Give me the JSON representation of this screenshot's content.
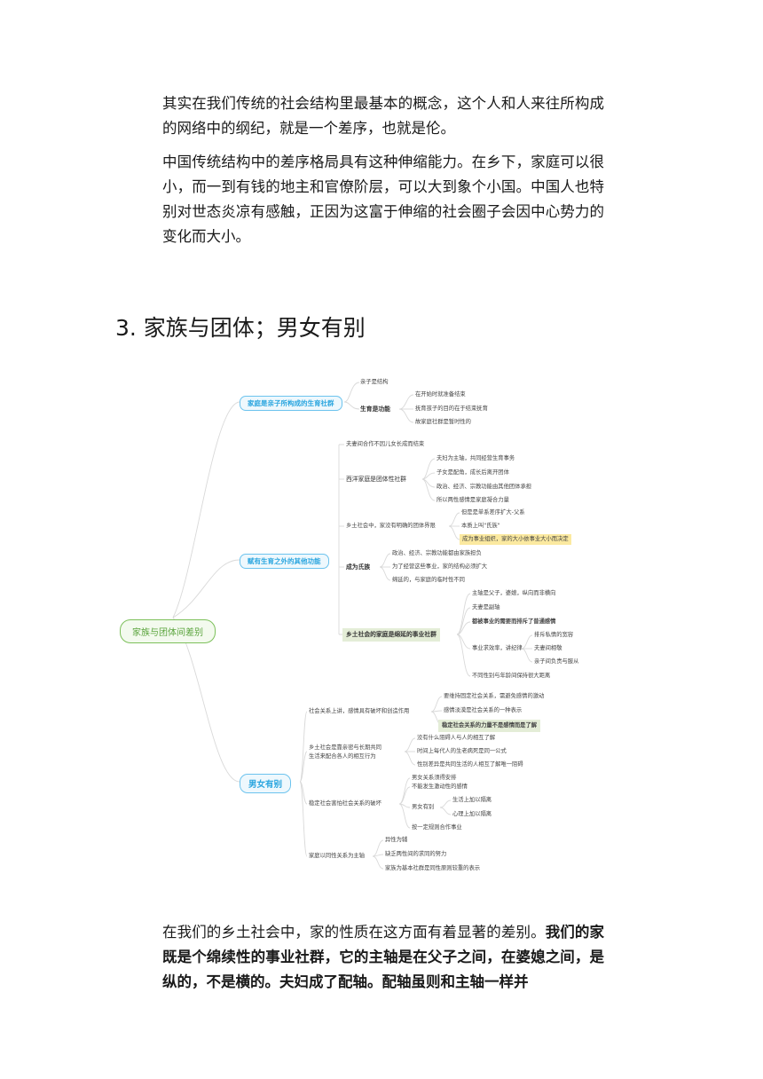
{
  "paragraphs": {
    "p1": "其实在我们传统的社会结构里最基本的概念，这个人和人来往所构成的网络中的纲纪，就是一个差序，也就是伦。",
    "p2": "中国传统结构中的差序格局具有这种伸缩能力。在乡下，家庭可以很小，而一到有钱的地主和官僚阶层，可以大到象个小国。中国人也特别对世态炎凉有感触，正因为这富于伸缩的社会圈子会因中心势力的变化而大小。"
  },
  "section": {
    "heading": "3. 家族与团体；男女有别"
  },
  "mindmap": {
    "root": "家族与团体间差别",
    "b1": {
      "label": "家庭是亲子所构成的生育社群",
      "c1": "亲子是结构",
      "c2": "生育是功能",
      "c2_items": [
        "在开始时就准备结束",
        "抚育孩子的目的在于结束抚育",
        "故家庭社群是暂时性的"
      ]
    },
    "b2": {
      "label": "赋有生育之外的其他功能",
      "c1": "夫妻间合作不因儿女长成而结束",
      "c2": "西洋家庭是团体性社群",
      "c2_items": [
        "夫妇为主轴，共同经营生育事务",
        "子女是配角，成长后离开团体",
        "政治、经济、宗教功能由其他团体承担",
        "所以两性感情是家庭凝合力量"
      ],
      "c3": "乡土社会中，家没有明确的团体界限",
      "c3_items": [
        "但是是单系差序扩大-父系",
        "本质上叫\"氏族\"",
        "成为事业组织，家的大小依事业大小而决定"
      ],
      "c4": "成为氏族",
      "c4_items": [
        "政治、经济、宗教功能都由家族担负",
        "为了经营这些事业，家的结构必须扩大",
        "绵延的，与家庭的临时性不同"
      ],
      "c5": "乡土社会的家庭是绵延的事业社群",
      "c5_items": [
        "主轴是父子，婆媳，纵向而非横向",
        "夫妻是副轴",
        "都被事业的需要而排斥了普通感情",
        "事业求效率，讲纪律",
        "不同性别与年龄间保持很大距离"
      ],
      "c5_sub": [
        "排斥私情的宽容",
        "夫妻间相敬",
        "亲子间负责与服从"
      ]
    },
    "b3": {
      "label": "男女有别",
      "c1": "社会关系上讲，感情具有破坏和创造作用",
      "c1_items": [
        "要维持固定社会关系，需避免感情的激动",
        "感情淡漠是社会关系的一种表示",
        "稳定社会关系的力量不是感情而是了解"
      ],
      "c2": [
        "乡土社会是靠亲密与长期共同",
        "生活来配合各人的相互行为"
      ],
      "c2_items": [
        "没有什么阻碍人与人的相互了解",
        "时间上每代人的生老病死是同一公式",
        "性别差异是共同生活的人相互了解唯一阻碍"
      ],
      "c3": "稳定社会害怕社会关系的破坏",
      "c3_items": [
        "男女关系须得安排",
        "不能发生激动性的感情",
        "男女有别",
        "按一定规则合作事业"
      ],
      "c3_sub": [
        "生活上加以隔离",
        "心理上加以隔离"
      ],
      "c4": "家庭以同性关系为主轴",
      "c4_items": [
        "异性为辅",
        "缺乏两性间的求同的努力",
        "家族为基本社群是同性原则较重的表示"
      ]
    }
  },
  "bottom": {
    "plain": "在我们的乡土社会中，家的性质在这方面有着显著的差别。",
    "bold": "我们的家既是个绵续性的事业社群，它的主轴是在父子之间，在婆媳之间，是纵的，不是横的。夫妇成了配轴。配轴虽则和主轴一样并"
  }
}
